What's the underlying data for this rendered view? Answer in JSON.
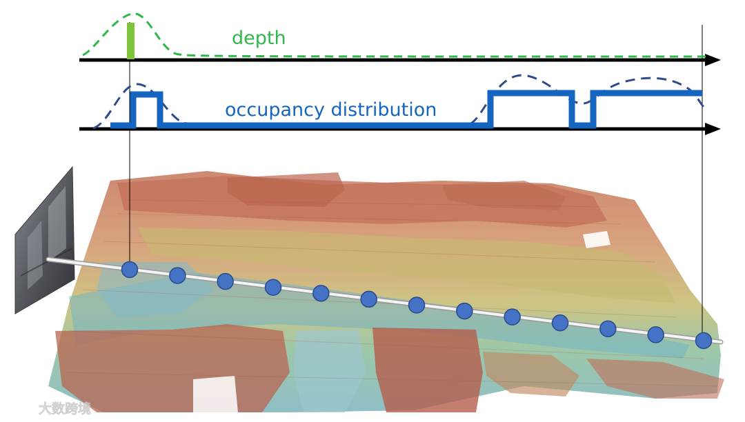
{
  "labels": {
    "depth": "depth",
    "occupancy": "occupancy distribution"
  },
  "watermark": {
    "text": "大数跨境",
    "icon": "watermark-logo-icon"
  },
  "colors": {
    "depth": "#2eb84a",
    "depth_bin": "#7ec43a",
    "occupancy_step": "#1565c0",
    "occupancy_curve": "#2c4a8c",
    "axis": "#000000",
    "sample_point": "#4472c4",
    "sample_point_stroke": "#2a4a8a",
    "ray": "#f4f4f4"
  },
  "sample_points": 13
}
